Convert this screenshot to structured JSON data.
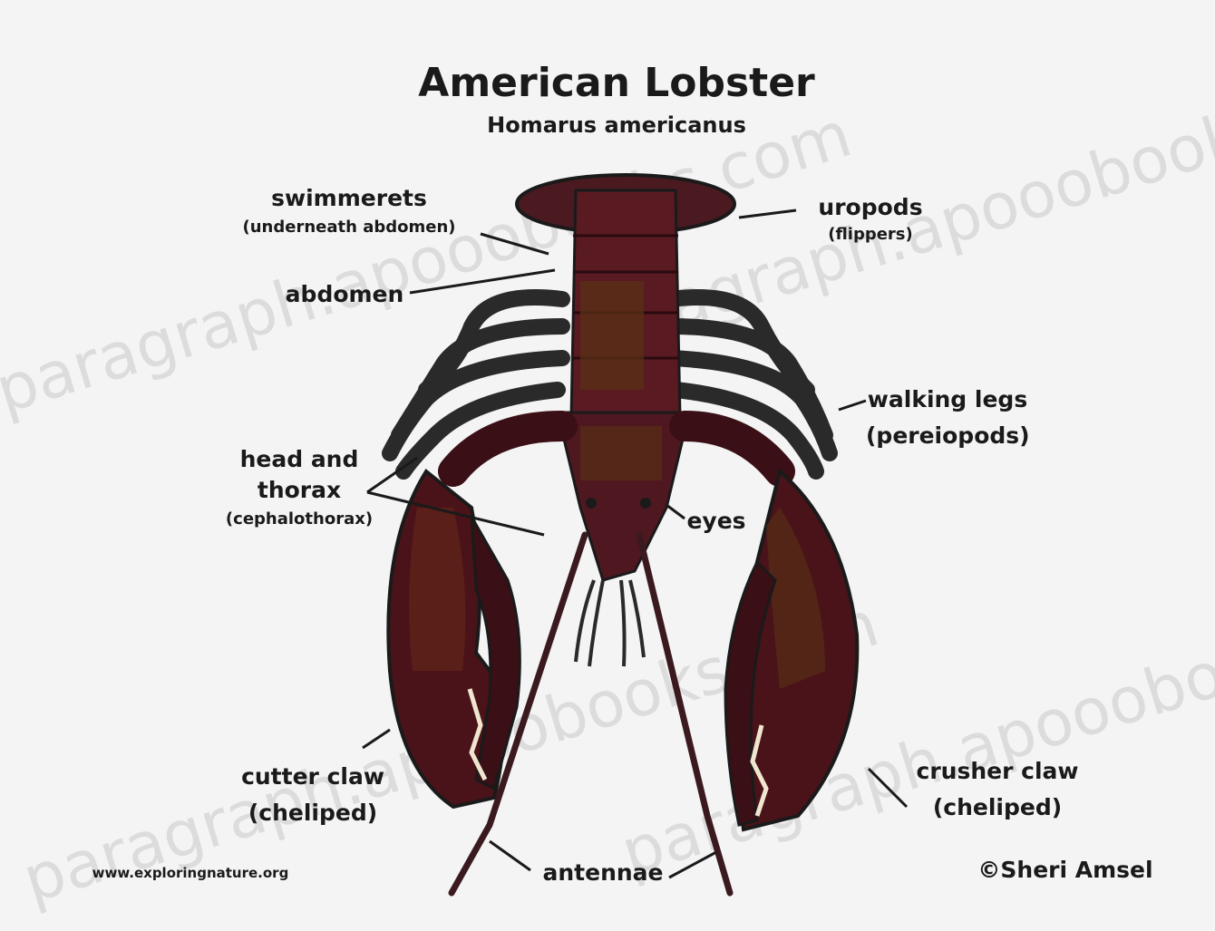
{
  "title": "American Lobster",
  "subtitle": "Homarus americanus",
  "labels": {
    "swimmerets": "swimmerets",
    "swimmerets_sub": "(underneath abdomen)",
    "uropods": "uropods",
    "uropods_sub": "(flippers)",
    "abdomen": "abdomen",
    "walking_legs": "walking legs",
    "walking_legs_sub": "(pereiopods)",
    "head_line1": "head and",
    "head_line2": "thorax",
    "head_sub": "(cephalothorax)",
    "eyes": "eyes",
    "cutter_claw": "cutter claw",
    "cutter_claw_sub": "(cheliped)",
    "crusher_claw": "crusher claw",
    "crusher_claw_sub": "(cheliped)",
    "antennae": "antennae"
  },
  "credits": {
    "website": "www.exploringnature.org",
    "author": "©Sheri Amsel"
  },
  "watermarks": [
    "paragraph.apooobooks.com",
    "paragraph.apooobooks.com",
    "paragraph.apooobooks.com",
    "paragraph.apooobooks.com"
  ],
  "colors": {
    "shell": "#5a1a22",
    "shell_dark": "#3a0f16",
    "shell_brown": "#5a3216",
    "legs": "#2a2a2a",
    "watermark": "#c9c9c9"
  }
}
